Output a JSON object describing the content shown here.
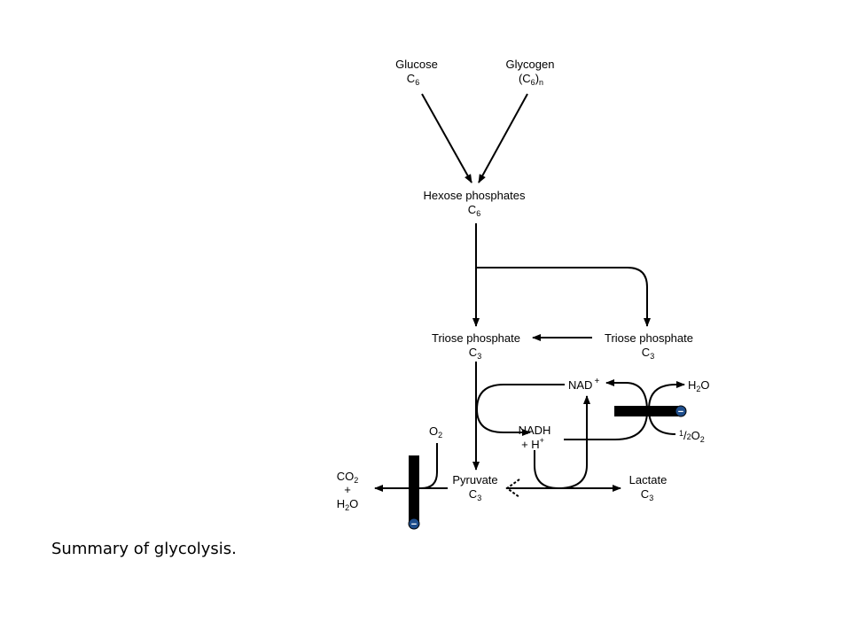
{
  "caption": "Summary of glycolysis.",
  "nodes": {
    "glucose": {
      "name": "Glucose",
      "formula_base": "C",
      "formula_sub": "6"
    },
    "glycogen": {
      "name": "Glycogen",
      "formula_open": "(C",
      "formula_sub": "6",
      "formula_close": ")",
      "formula_n": "n"
    },
    "hexose_phosphates": {
      "name": "Hexose phosphates",
      "formula_base": "C",
      "formula_sub": "6"
    },
    "triose_phosphate_left": {
      "name": "Triose phosphate",
      "formula_base": "C",
      "formula_sub": "3"
    },
    "triose_phosphate_right": {
      "name": "Triose phosphate",
      "formula_base": "C",
      "formula_sub": "3"
    },
    "pyruvate": {
      "name": "Pyruvate",
      "formula_base": "C",
      "formula_sub": "3"
    },
    "lactate": {
      "name": "Lactate",
      "formula_base": "C",
      "formula_sub": "3"
    },
    "nad_plus": {
      "base": "NAD",
      "sup": "+"
    },
    "nadh": {
      "line1": "NADH",
      "line2_base": "+ H",
      "line2_sup": "+"
    },
    "h2o_right": {
      "h": "H",
      "sub": "2",
      "o": "O"
    },
    "half_o2": {
      "num": "1",
      "slash": "/",
      "den": "2",
      "o": "O",
      "sub": "2"
    },
    "o2": {
      "o": "O",
      "sub": "2"
    },
    "co2": {
      "c": "CO",
      "sub": "2"
    },
    "plus": "+",
    "h2o_left": {
      "h": "H",
      "sub": "2",
      "o": "O"
    }
  },
  "inhibitor_symbol": "−"
}
